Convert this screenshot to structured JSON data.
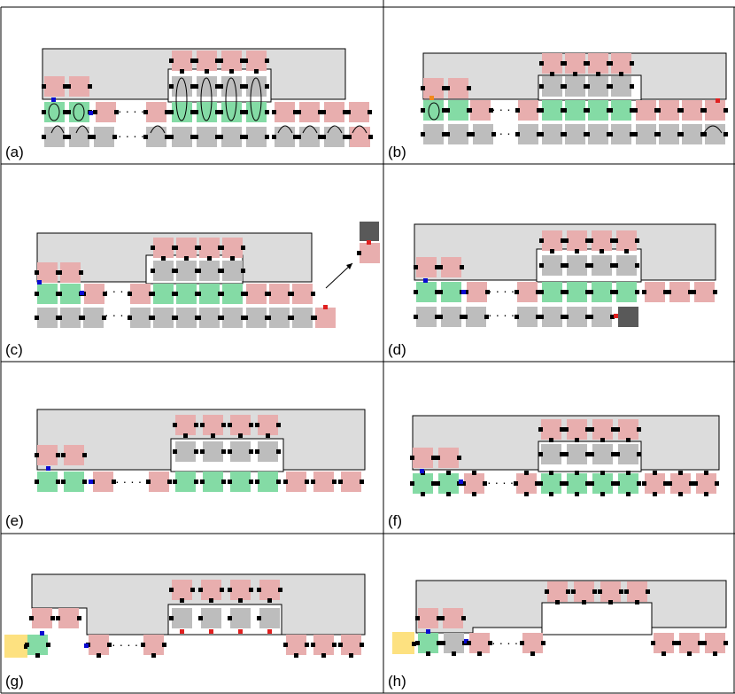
{
  "panels": [
    {
      "id": "a",
      "label": "(a)"
    },
    {
      "id": "b",
      "label": "(b)"
    },
    {
      "id": "c",
      "label": "(c)"
    },
    {
      "id": "d",
      "label": "(d)"
    },
    {
      "id": "e",
      "label": "(e)"
    },
    {
      "id": "f",
      "label": "(f)"
    },
    {
      "id": "g",
      "label": "(g)"
    },
    {
      "id": "h",
      "label": "(h)"
    }
  ],
  "colors": {
    "pink": "#e8aeae",
    "green": "#84dba5",
    "gray": "#bdbdbd",
    "dark": "#595959",
    "yellow": "#fde180",
    "region": "#dcdcdc",
    "port": "#000000",
    "port_blue": "#0a0ad2",
    "port_red": "#e02020",
    "port_orange": "#f08a1c",
    "grid": "#000000"
  },
  "ellipsis": "· · · ·"
}
